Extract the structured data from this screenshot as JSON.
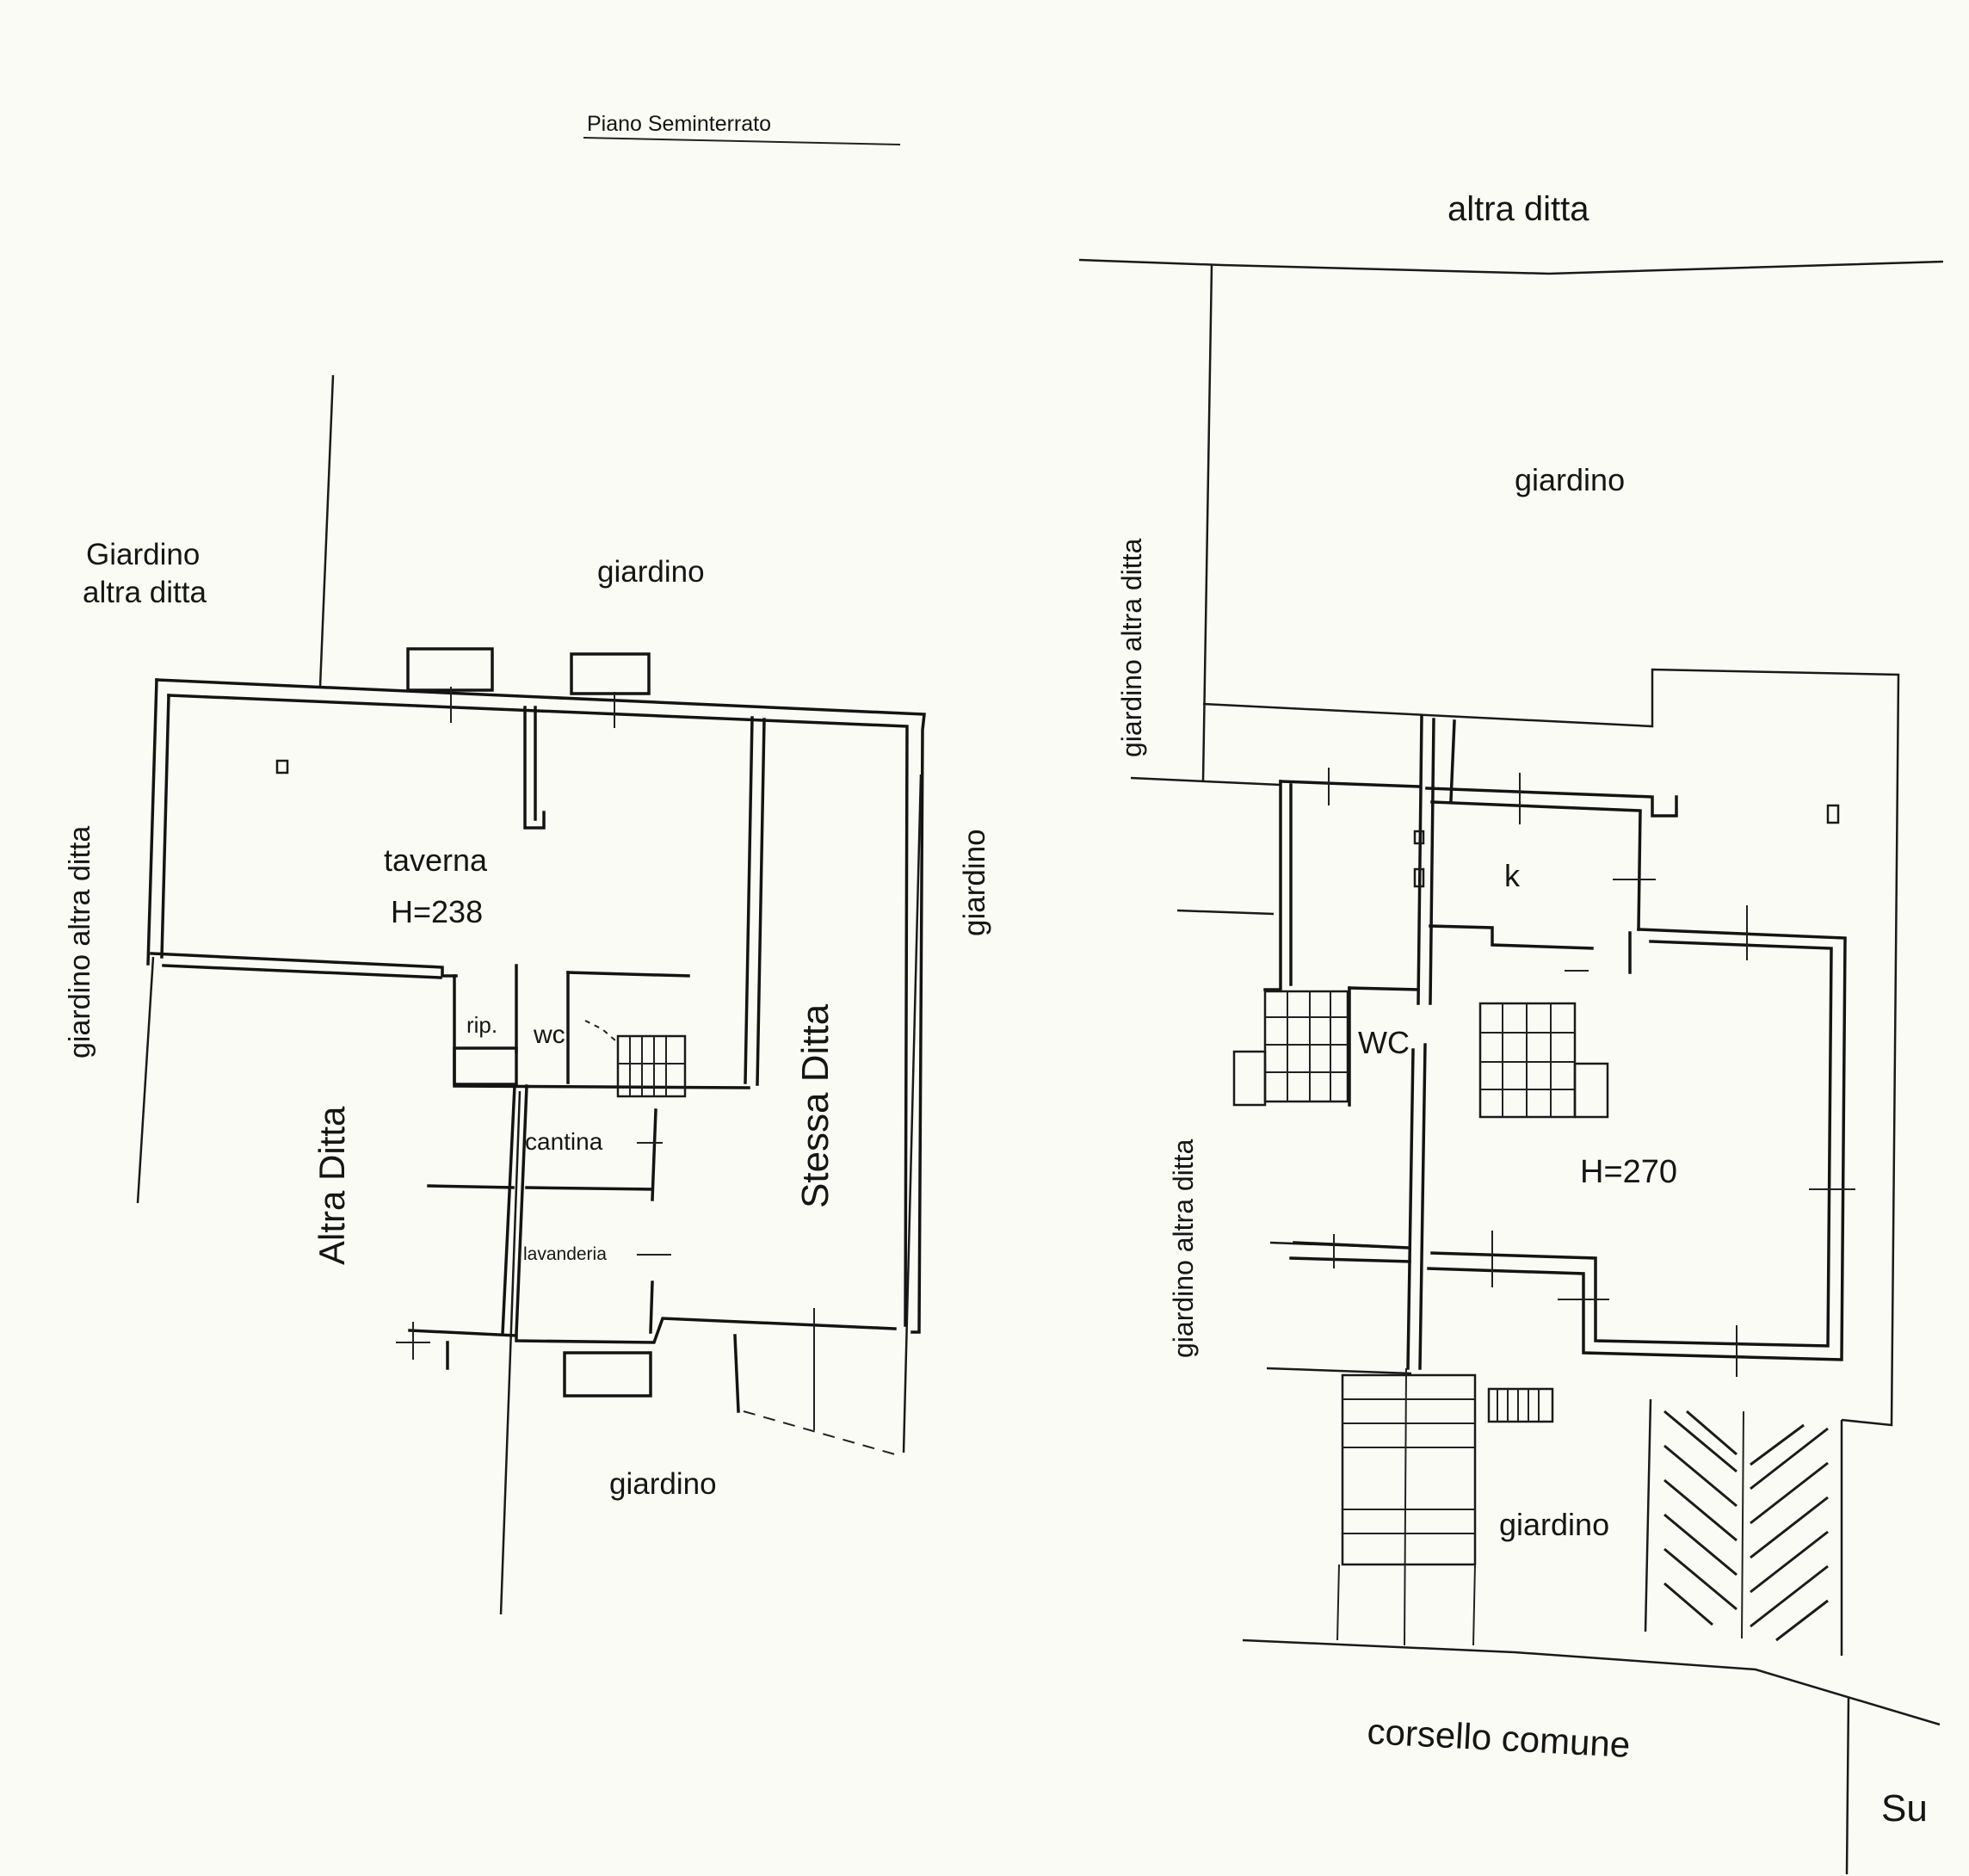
{
  "title": "Piano Seminterrato",
  "colors": {
    "paper": "#fbfbf6",
    "ink": "#151515"
  },
  "left_plan": {
    "labels": {
      "giardino_top": "giardino",
      "giardino_altra_ditta_nw": "Giardino\naltra ditta",
      "giardino_altra_ditta_w": "giardino altra ditta",
      "giardino_east": "giardino",
      "giardino_bottom": "giardino",
      "taverna": "taverna",
      "taverna_height": "H=238",
      "rip": "rip.",
      "wc": "wc",
      "cantina": "cantina",
      "lavanderia": "lavanderia",
      "altra_ditta": "Altra Ditta",
      "stessa_ditta": "Stessa Ditta"
    }
  },
  "right_plan": {
    "labels": {
      "altra_ditta_top": "altra ditta",
      "giardino_top": "giardino",
      "giardino_altra_ditta_upper": "giardino altra ditta",
      "giardino_altra_ditta_lower": "giardino altra ditta",
      "k": "k",
      "wc": "WC",
      "height": "H=270",
      "giardino_bottom": "giardino",
      "corsello": "corsello comune",
      "su": "Su"
    }
  }
}
